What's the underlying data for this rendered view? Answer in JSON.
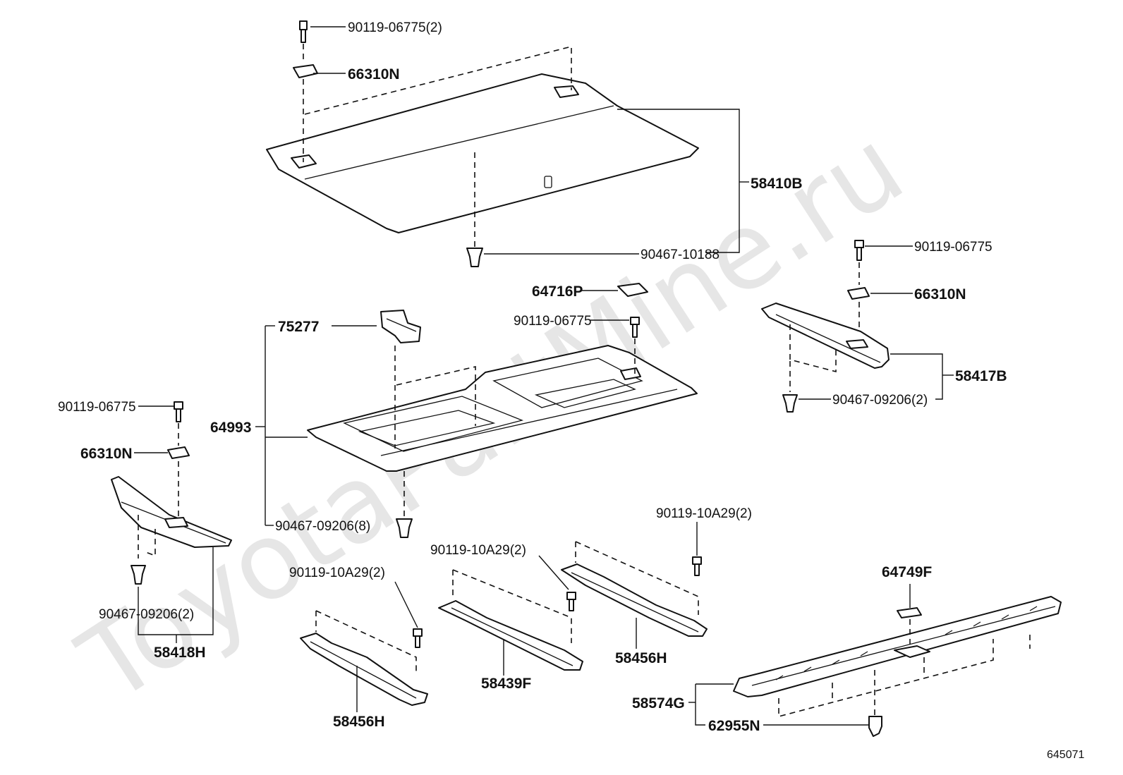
{
  "watermark": "ToyotaPartMine.ru",
  "figure_number": "645071",
  "labels": {
    "top_clip_qty": "90119-06775(2)",
    "top_nut": "66310N",
    "deck_board": "58410B",
    "deck_clip": "90467-10188",
    "right_screw": "90119-06775",
    "right_nut": "66310N",
    "right_cover": "58417B",
    "right_clip": "90467-09206(2)",
    "hook_cover": "64716P",
    "mid_screw": "90119-06775",
    "bracket": "75277",
    "tray": "64993",
    "tray_clip": "90467-09206(8)",
    "left_screw": "90119-06775",
    "left_nut": "66310N",
    "left_clip": "90467-09206(2)",
    "left_cover": "58418H",
    "rail_a_screw": "90119-10A29(2)",
    "rail_a": "58456H",
    "rail_b_screw": "90119-10A29(2)",
    "rail_b": "58439F",
    "rail_c_screw": "90119-10A29(2)",
    "rail_c": "58456H",
    "sill_cap": "64749F",
    "sill_plate": "58574G",
    "sill_clip": "62955N"
  }
}
